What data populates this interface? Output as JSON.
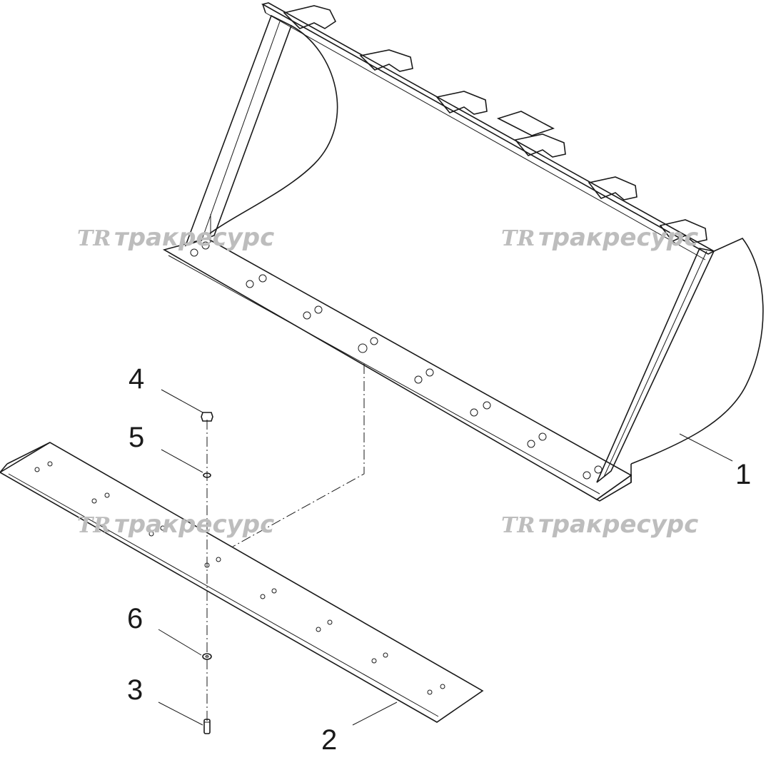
{
  "watermarks": [
    {
      "logo": "TR",
      "text": "тракресурс"
    },
    {
      "logo": "TR",
      "text": "тракресурс"
    },
    {
      "logo": "TR",
      "text": "тракресурс"
    },
    {
      "logo": "TR",
      "text": "тракресурс"
    }
  ],
  "callouts": {
    "bucket": "1",
    "cutting_edge": "2",
    "bolt": "3",
    "nut": "4",
    "lock_washer": "5",
    "washer": "6"
  }
}
